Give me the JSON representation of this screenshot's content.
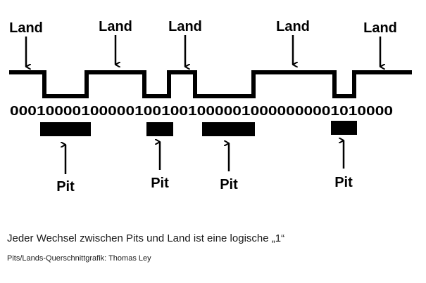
{
  "diagram": {
    "land_label": "Land",
    "pit_label": "Pit",
    "bit_sequence": "0001000010000010010010000010000000001010000"
  },
  "caption": "Jeder Wechsel zwischen Pits und Land ist eine logische „1“",
  "credit": "Pits/Lands-Querschnittgrafik: Thomas Ley",
  "colors": {
    "ink": "#000000",
    "text": "#1a1a1a",
    "background": "#ffffff"
  }
}
